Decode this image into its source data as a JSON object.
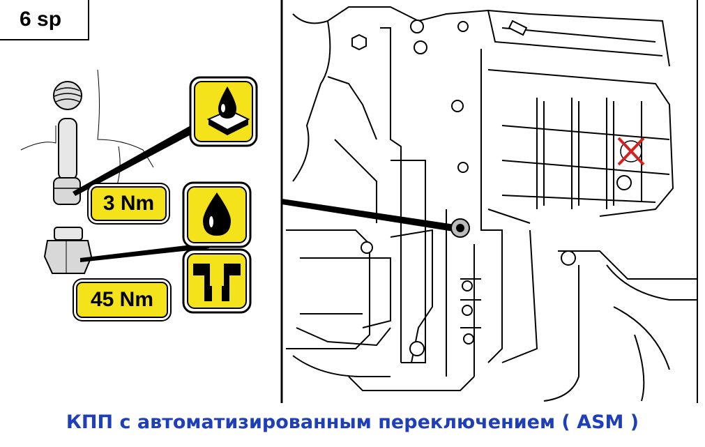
{
  "gearbox_label": "6 sp",
  "torque_values": {
    "small_bolt": "3 Nm",
    "drain_plug": "45 Nm"
  },
  "caption": "КПП с автоматизированным переключением  ( ASM )",
  "colors": {
    "symbol_yellow": "#f4e31a",
    "caption_blue": "#1f3fb8",
    "cross_red": "#d62020"
  },
  "symbols": [
    "sealant-drop-symbol",
    "oil-drop-symbol",
    "seal-washer-symbol"
  ]
}
